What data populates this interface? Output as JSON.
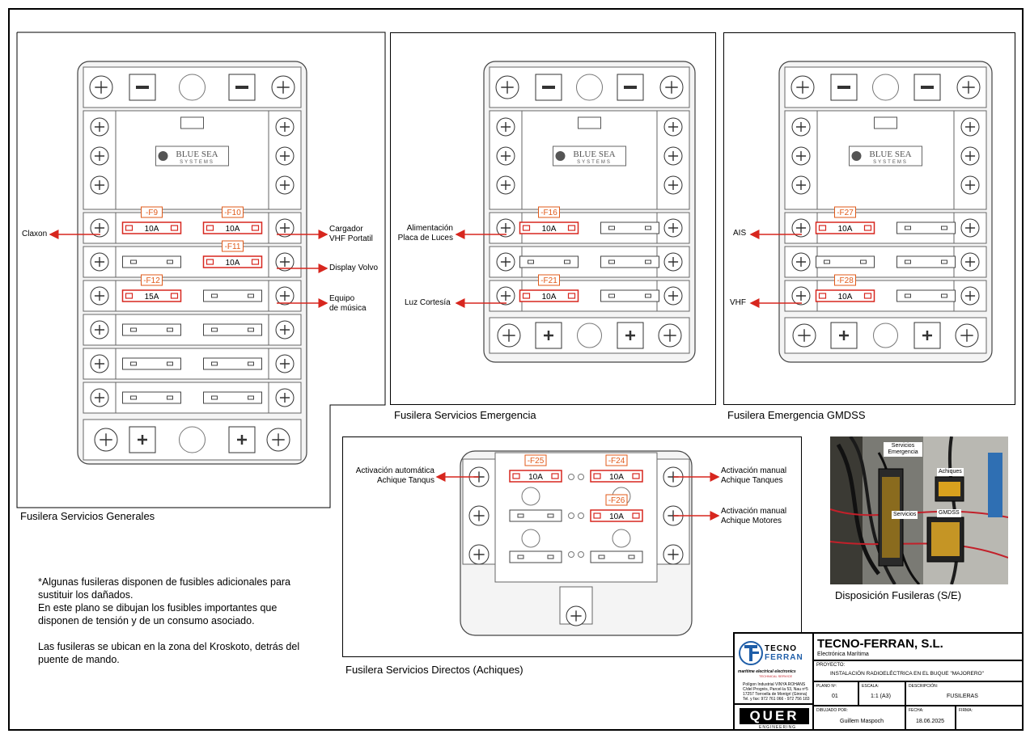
{
  "panels": {
    "generales": {
      "title": "Fusilera Servicios Generales",
      "fuses": [
        {
          "id": "-F9",
          "rating": "10A",
          "label": "Claxon"
        },
        {
          "id": "-F10",
          "rating": "10A",
          "label_line1": "Cargador",
          "label_line2": "VHF Portatil"
        },
        {
          "id": "-F11",
          "rating": "10A",
          "label": "Display Volvo"
        },
        {
          "id": "-F12",
          "rating": "15A",
          "label_line1": "Equipo",
          "label_line2": "de música"
        }
      ]
    },
    "emergencia": {
      "title": "Fusilera Servicios Emergencia",
      "fuses": [
        {
          "id": "-F16",
          "rating": "10A",
          "label_line1": "Alimentación",
          "label_line2": "Placa de Luces"
        },
        {
          "id": "-F21",
          "rating": "10A",
          "label": "Luz Cortesía"
        }
      ]
    },
    "gmdss": {
      "title": "Fusilera Emergencia GMDSS",
      "fuses": [
        {
          "id": "-F27",
          "rating": "10A",
          "label": "AIS"
        },
        {
          "id": "-F28",
          "rating": "10A",
          "label": "VHF"
        }
      ]
    },
    "directos": {
      "title": "Fusilera Servicios Directos (Achiques)",
      "fuses": [
        {
          "id": "-F25",
          "rating": "10A",
          "label_line1": "Activación automática",
          "label_line2": "Achique Tanqus"
        },
        {
          "id": "-F24",
          "rating": "10A",
          "label_line1": "Activación manual",
          "label_line2": "Achique Tanques"
        },
        {
          "id": "-F26",
          "rating": "10A",
          "label_line1": "Activación manual",
          "label_line2": "Achique Motores"
        }
      ]
    }
  },
  "brand": {
    "line1": "BLUE SEA",
    "line2": "SYSTEMS"
  },
  "photo": {
    "title": "Disposición Fusileras (S/E)",
    "tags": [
      "Servicios Emergencia",
      "Achiques",
      "Servicios",
      "GMDSS"
    ]
  },
  "notes": [
    "*Algunas fusileras disponen de fusibles adicionales para sustituir los dañados.",
    "En este plano se dibujan los fusibles importantes que disponen de tensión y de un consumo asociado.",
    "Las fusileras se ubican en la zona del Kroskoto, detrás del puente de mando."
  ],
  "titleblock": {
    "company": "TECNO-FERRAN, S.L.",
    "subtitle": "Electrónica Marítima",
    "logo_top": "TECNO",
    "logo_bottom": "FERRAN",
    "logo_tagline": "maritime electrical electronics",
    "logo_sub": "TECHNICAL SERVICE",
    "address": [
      "Polígon Industrial VINYA ROHANS",
      "C/del Progrés, Parcel·la 53, Nau nº5",
      "17257 Torroella de Montgrí (Girona)",
      "Tel. y fax: 972 761 066 - 972 756 183"
    ],
    "quer_logo": "QUER",
    "quer_sub": "ENGINEERING",
    "proyecto_label": "PROYECTO:",
    "proyecto": "INSTALACIÓN RADIOELÉCTRICA EN EL BUQUE \"MAJORERO\"",
    "plano_label": "PLANO Nº:",
    "plano": "01",
    "escala_label": "ESCALA:",
    "escala": "1:1 (A3)",
    "descripcion_label": "DESCRIPCIÓN:",
    "descripcion": "FUSILERAS",
    "dibujado_label": "DIBUJADO POR:",
    "dibujado": "Guillem Maspoch",
    "fecha_label": "FECHA:",
    "fecha": "18.06.2025",
    "firma_label": "FIRMA:"
  },
  "colors": {
    "arrow": "#d7261e",
    "fuse_tag": "#e05a1a",
    "fuse_border": "#d7261e"
  }
}
